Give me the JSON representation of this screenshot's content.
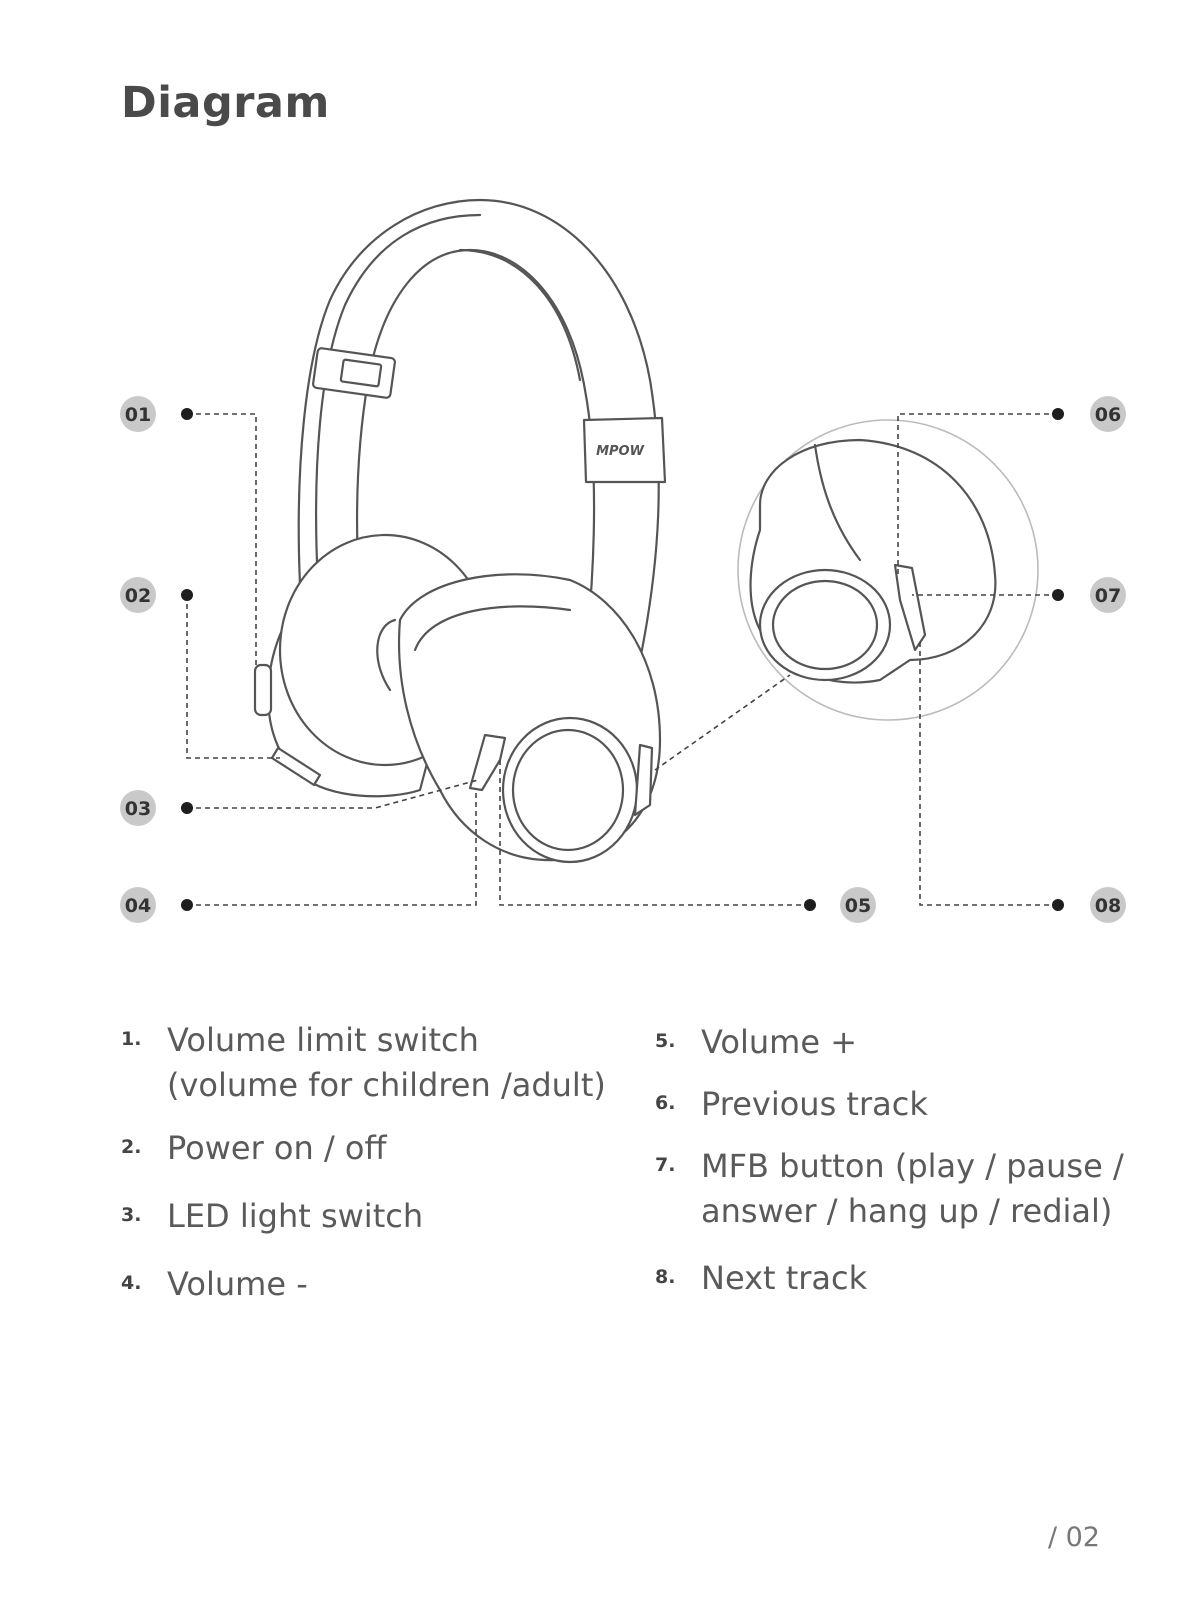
{
  "page": {
    "title": "Diagram",
    "page_number": "/ 02"
  },
  "diagram": {
    "brand_logo": "MPOW",
    "callouts": [
      "01",
      "02",
      "03",
      "04",
      "05",
      "06",
      "07",
      "08"
    ]
  },
  "legend": {
    "items": [
      {
        "number": "1.",
        "text": "Volume limit switch",
        "text_line2": "(volume for children /adult)"
      },
      {
        "number": "2.",
        "text": "Power on / off"
      },
      {
        "number": "3.",
        "text": "LED light switch"
      },
      {
        "number": "4.",
        "text": "Volume -"
      },
      {
        "number": "5.",
        "text": "Volume +"
      },
      {
        "number": "6.",
        "text": "Previous track"
      },
      {
        "number": "7.",
        "text": "MFB button (play / pause /",
        "text_line2": "answer / hang up / redial)"
      },
      {
        "number": "8.",
        "text": "Next track"
      }
    ]
  }
}
